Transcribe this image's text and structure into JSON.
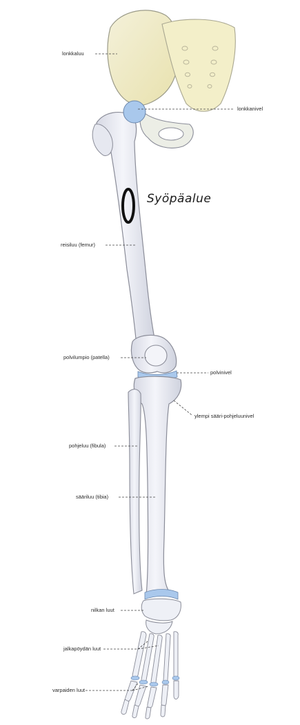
{
  "annotation": {
    "text": "Syöpäalue"
  },
  "labels": {
    "hip_bone": "lonkkaluu",
    "hip_joint": "lonkkanivel",
    "femur": "reisiluu (femur)",
    "patella": "polvilumpio (patella)",
    "knee_joint": "polvinivel",
    "tibiofibular_joint": "ylempi sääri-pohjeluunivel",
    "fibula": "pohjeluu (fibula)",
    "tibia": "sääriluu (tibia)",
    "ankle_bones": "nilkan luut",
    "metatarsals": "jalkapöydän luut",
    "phalanges": "varpaiden luut"
  },
  "colors": {
    "bone": "#eef0f6",
    "bone_outline": "#8a8c98",
    "pelvis": "#f1ecc6",
    "cartilage": "#a9c8ec",
    "ink": "#111111"
  }
}
